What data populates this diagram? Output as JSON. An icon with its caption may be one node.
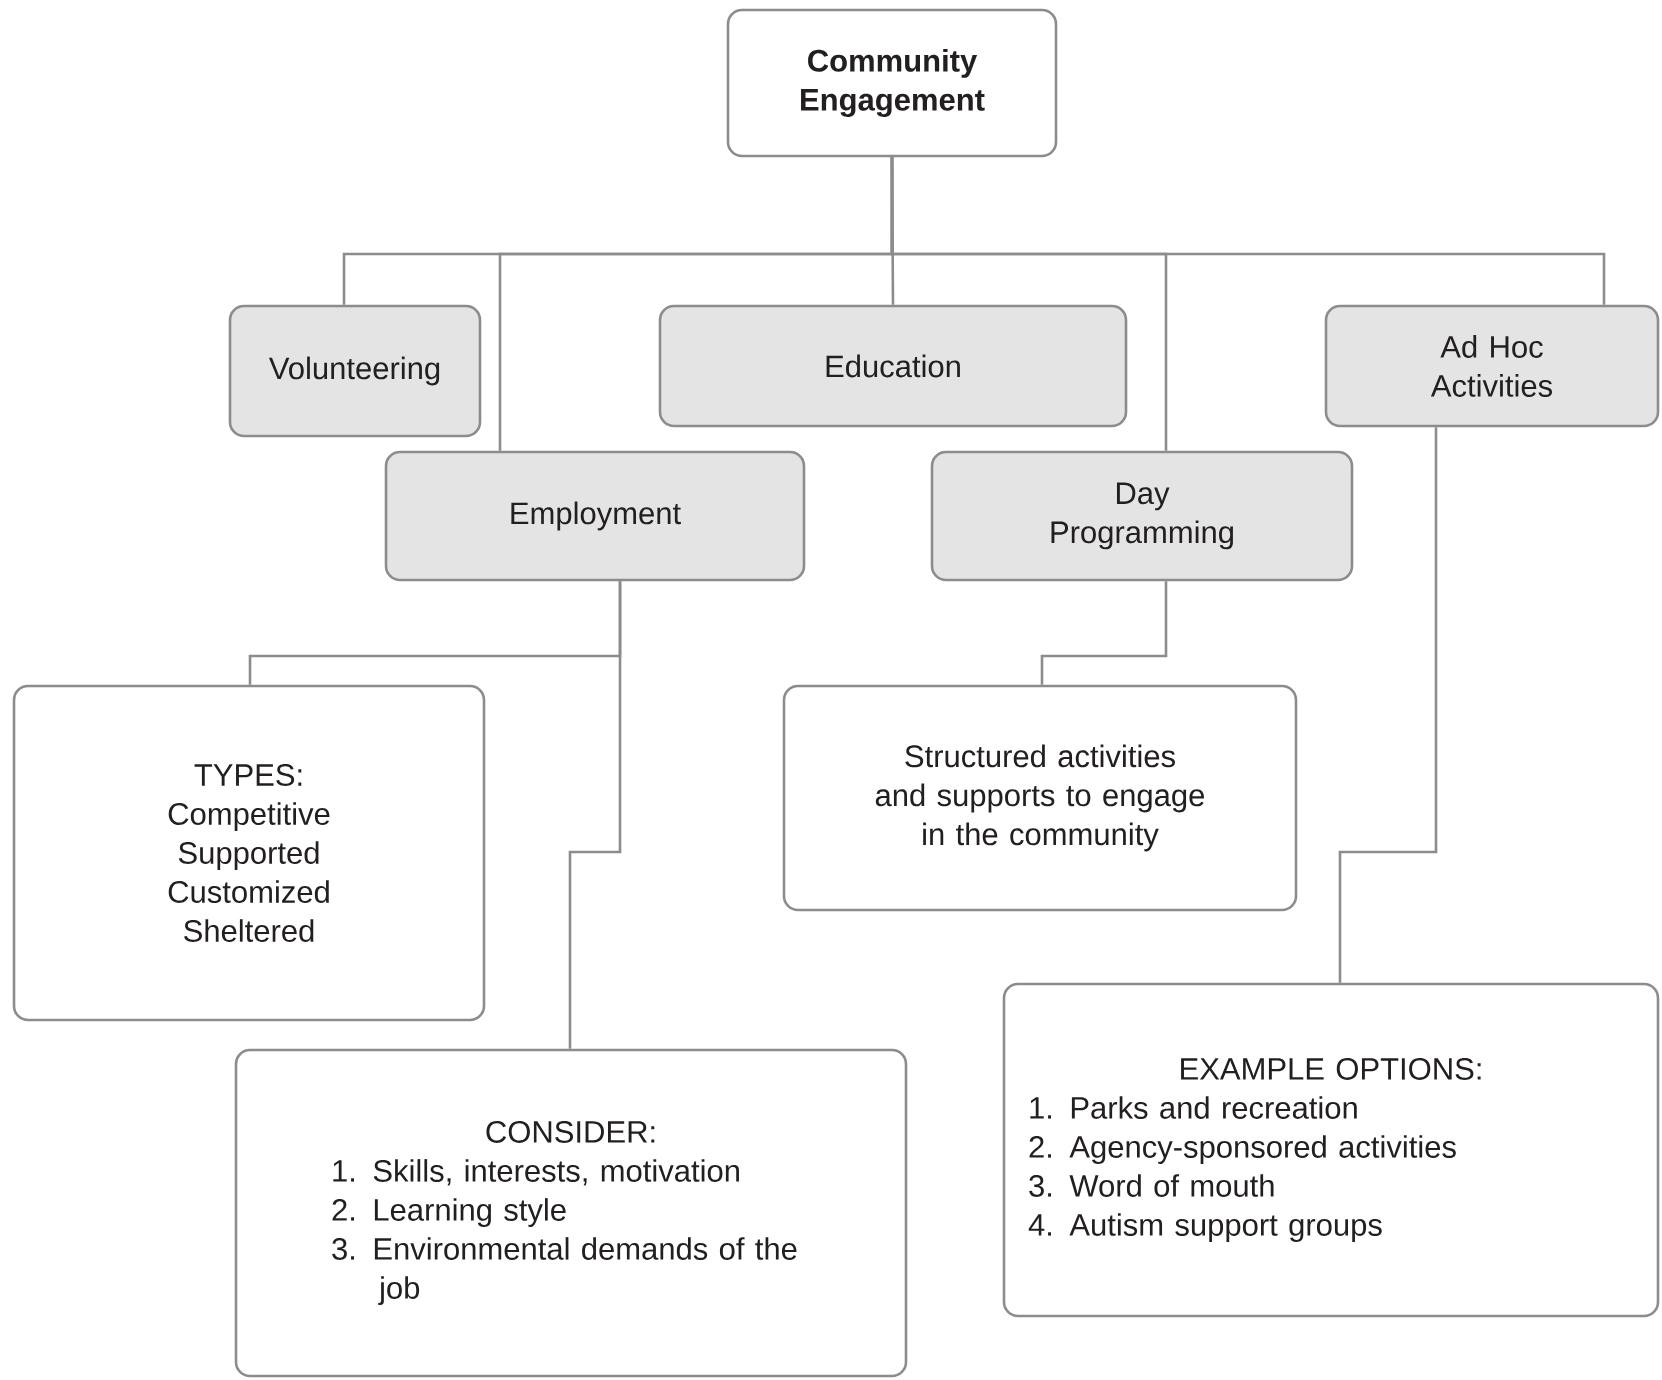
{
  "diagram": {
    "nodes": [
      {
        "text": [
          "Community Engagement"
        ]
      },
      {
        "text": [
          "Volunteering"
        ]
      },
      {
        "text": [
          "Education"
        ]
      },
      {
        "text": [
          "Ad Hoc Activities"
        ]
      },
      {
        "text": [
          "Employment"
        ]
      },
      {
        "text": [
          "Day Programming"
        ]
      },
      {
        "text": [
          "TYPES:",
          "Competitive",
          "Supported",
          "Customized",
          "Sheltered"
        ]
      },
      {
        "text": [
          "Structured activities and supports to engage in the community"
        ]
      },
      {
        "text": [
          "CONSIDER:",
          "1. Skills, interests, motivation",
          "2. Learning style",
          "3. Environmental demands of the job"
        ]
      },
      {
        "text": [
          "EXAMPLE OPTIONS:",
          "1. Parks and recreation",
          "2. Agency-sponsored activities",
          "3. Word of mouth",
          "4. Autism support groups"
        ]
      }
    ],
    "edges": [
      {
        "from": 0,
        "to": 1,
        "arrow": "none"
      },
      {
        "from": 0,
        "to": 4,
        "arrow": "none"
      },
      {
        "from": 0,
        "to": 2,
        "arrow": "none"
      },
      {
        "from": 0,
        "to": 5,
        "arrow": "none"
      },
      {
        "from": 0,
        "to": 3,
        "arrow": "none"
      },
      {
        "from": 4,
        "to": 6,
        "arrow": "none"
      },
      {
        "from": 4,
        "to": 8,
        "arrow": "none"
      },
      {
        "from": 5,
        "to": 7,
        "arrow": "none"
      },
      {
        "from": 3,
        "to": 9,
        "arrow": "none"
      }
    ]
  }
}
